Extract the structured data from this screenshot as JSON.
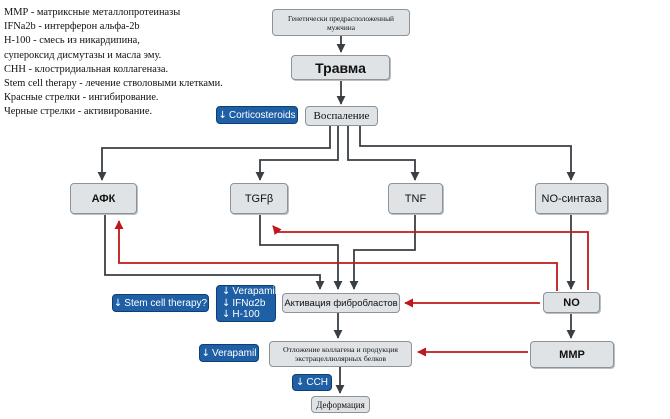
{
  "legend": [
    "ММР - матриксные металлопротеиназы",
    "IFNa2b - интерферон альфа-2b",
    "Н-100 - смесь из никардипина,",
    "супероксид дисмутазы и масла эму.",
    "СНН -  клостридиальная коллагеназа.",
    "Stem cell therapy - лечение стволовыми клетками.",
    "Красные стрелки - ингибирование.",
    "Черные стрелки - активирование."
  ],
  "nodes": {
    "predisposed": "Генетически предрасположенный мужчина",
    "trauma": "Травма",
    "inflammation": "Воспаление",
    "afk": "АФК",
    "tgfb": "TGFβ",
    "tnf": "TNF",
    "no_synthase": "NO-синтаза",
    "fibroblast": "Активация фибробластов",
    "no": "NO",
    "collagen": "Отложение коллагена и продукция экстрацеллюлярных белков",
    "mmp": "MMP",
    "deformation": "Деформация"
  },
  "treatments": {
    "corticosteroids": "Corticosteroids",
    "stem_cell": "Stem cell therapy?",
    "verapamil_1": "Verapamil",
    "ifn": "IFNα2b",
    "h100": "H-100",
    "verapamil_2": "Verapamil",
    "cch": "CCH"
  },
  "icons": {
    "treatment_marker": "down-arrow-icon"
  },
  "colors": {
    "activation": "#3a3f44",
    "inhibition": "#c0171b",
    "treatment_bg": "#1f5fa5",
    "node_bg": "#dfe3e6"
  }
}
